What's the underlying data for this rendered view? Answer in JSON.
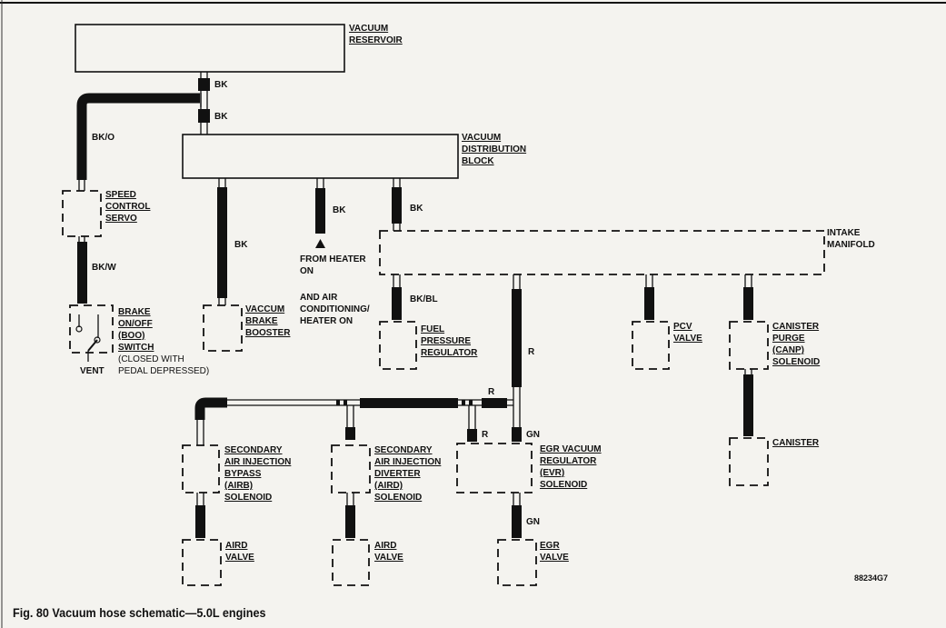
{
  "labels": {
    "vacuum_reservoir": [
      "VACUUM",
      "RESERVOIR"
    ],
    "vacuum_distribution_block": [
      "VACUUM",
      "DISTRIBUTION",
      "BLOCK"
    ],
    "speed_control_servo": [
      "SPEED",
      "CONTROL",
      "SERVO"
    ],
    "boo_switch": [
      "BRAKE",
      "ON/OFF",
      "(BOO)",
      "SWITCH",
      "(CLOSED WITH",
      "PEDAL DEPRESSED)"
    ],
    "vent": "VENT",
    "vacuum_brake_booster": [
      "VACCUM",
      "BRAKE",
      "BOOSTER"
    ],
    "from_heater": [
      "FROM HEATER",
      "ON"
    ],
    "and_air": [
      "AND AIR",
      "CONDITIONING/",
      "HEATER ON"
    ],
    "intake_manifold": [
      "INTAKE",
      "MANIFOLD"
    ],
    "fuel_pressure_regulator": [
      "FUEL",
      "PRESSURE",
      "REGULATOR"
    ],
    "pcv_valve": [
      "PCV",
      "VALVE"
    ],
    "canp_solenoid": [
      "CANISTER",
      "PURGE",
      "(CANP)",
      "SOLENOID"
    ],
    "canister": [
      "CANISTER"
    ],
    "airb_solenoid": [
      "SECONDARY",
      "AIR INJECTION",
      "BYPASS",
      "(AIRB)",
      "SOLENOID"
    ],
    "aird_solenoid": [
      "SECONDARY",
      "AIR INJECTION",
      "DIVERTER",
      "(AIRD)",
      "SOLENOID"
    ],
    "evr_solenoid": [
      "EGR VACUUM",
      "REGULATOR",
      "(EVR)",
      "SOLENOID"
    ],
    "aird_valve_left": [
      "AIRD",
      "VALVE"
    ],
    "aird_valve_mid": [
      "AIRD",
      "VALVE"
    ],
    "egr_valve": [
      "EGR",
      "VALVE"
    ]
  },
  "hose_colors": {
    "bk_upper": "BK",
    "bk_lower": "BK",
    "bko": "BK/O",
    "bkw": "BK/W",
    "bk_booster": "BK",
    "bk_heater": "BK",
    "bk_manifold": "BK",
    "bkbl": "BK/BL",
    "r_main": "R",
    "r_branch": "R",
    "r_evr": "R",
    "gn_evr": "GN",
    "gn_egr": "GN"
  },
  "figure_code": "88234G7",
  "caption": "Fig. 80 Vacuum hose schematic—5.0L engines",
  "colors": {
    "ink": "#111111",
    "paper": "#f4f3ef"
  }
}
